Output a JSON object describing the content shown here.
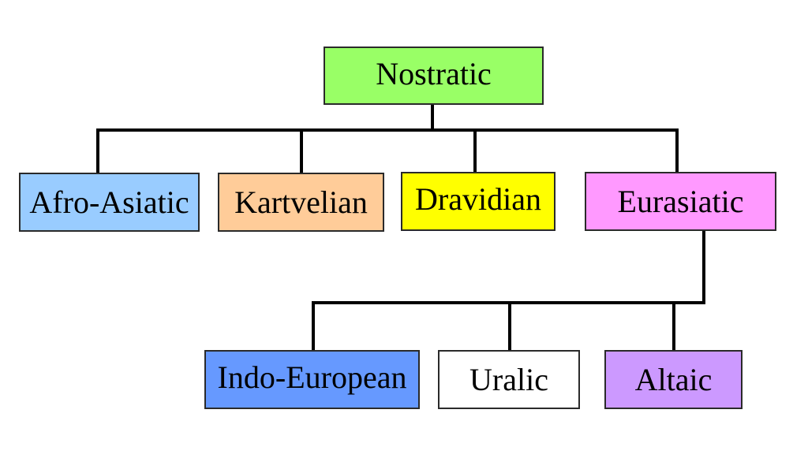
{
  "diagram": {
    "root": {
      "label": "Nostratic",
      "color": "#99ff66"
    },
    "branches": [
      {
        "label": "Afro-Asiatic",
        "color": "#99ccff"
      },
      {
        "label": "Kartvelian",
        "color": "#ffcc99"
      },
      {
        "label": "Dravidian",
        "color": "#ffff00"
      },
      {
        "label": "Eurasiatic",
        "color": "#ff99ff"
      }
    ],
    "eurasiatic_children": [
      {
        "label": "Indo-European",
        "color": "#6699ff"
      },
      {
        "label": "Uralic",
        "color": "#ffffff"
      },
      {
        "label": "Altaic",
        "color": "#cc99ff"
      }
    ],
    "line_color": "#000000"
  }
}
